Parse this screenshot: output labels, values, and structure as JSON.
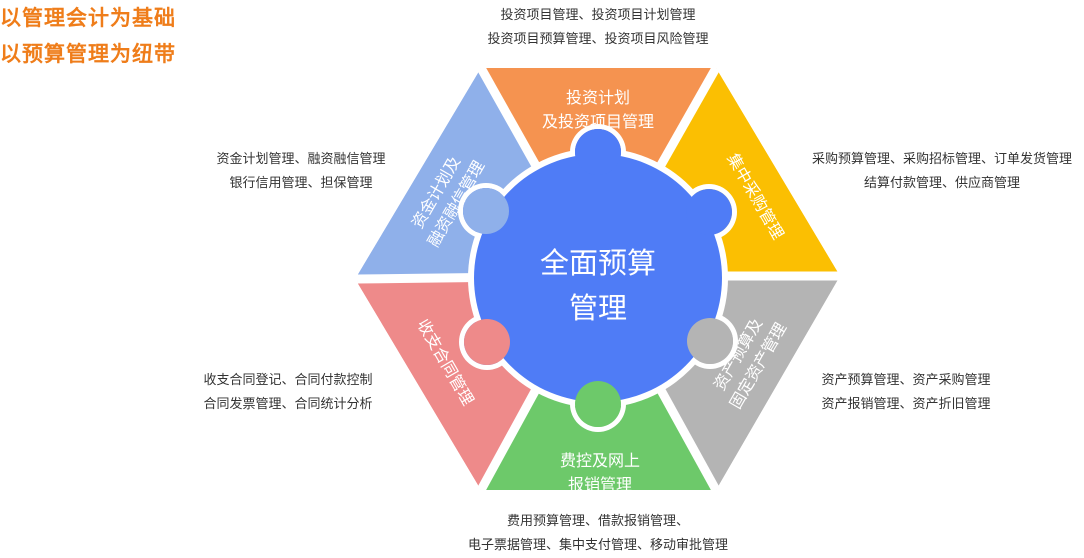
{
  "headline": {
    "line1": "以管理会计为基础",
    "line2": "以预算管理为纽带"
  },
  "hub": {
    "line1": "全面预算",
    "line2": "管理",
    "color": "#4f7cf6"
  },
  "segments": {
    "top": {
      "line1": "投资计划",
      "line2": "及投资项目管理",
      "color": "#f59350"
    },
    "upper_right": {
      "line1": "集中采购管理",
      "color": "#fbbf02"
    },
    "lower_right": {
      "line1": "资产预算及",
      "line2": "固定资产管理",
      "color": "#b4b4b4"
    },
    "bottom": {
      "line1": "费控及网上",
      "line2": "报销管理",
      "color": "#6dc96a"
    },
    "lower_left": {
      "line1": "收支合同管理",
      "color": "#ee8a8a"
    },
    "upper_left": {
      "line1": "资金计划及",
      "line2": "融资融信管理",
      "color": "#8fb0ea"
    }
  },
  "descriptions": {
    "top": {
      "line1": "投资项目管理、投资项目计划管理",
      "line2": "投资项目预算管理、投资项目风险管理"
    },
    "upper_right": {
      "line1": "采购预算管理、采购招标管理、订单发货管理",
      "line2": "结算付款管理、供应商管理"
    },
    "lower_right": {
      "line1": "资产预算管理、资产采购管理",
      "line2": "资产报销管理、资产折旧管理"
    },
    "bottom": {
      "line1": "费用预算管理、借款报销管理、",
      "line2": "电子票据管理、集中支付管理、移动审批管理"
    },
    "lower_left": {
      "line1": "收支合同登记、合同付款控制",
      "line2": "合同发票管理、合同统计分析"
    },
    "upper_left": {
      "line1": "资金计划管理、融资融信管理",
      "line2": "银行信用管理、担保管理"
    }
  }
}
